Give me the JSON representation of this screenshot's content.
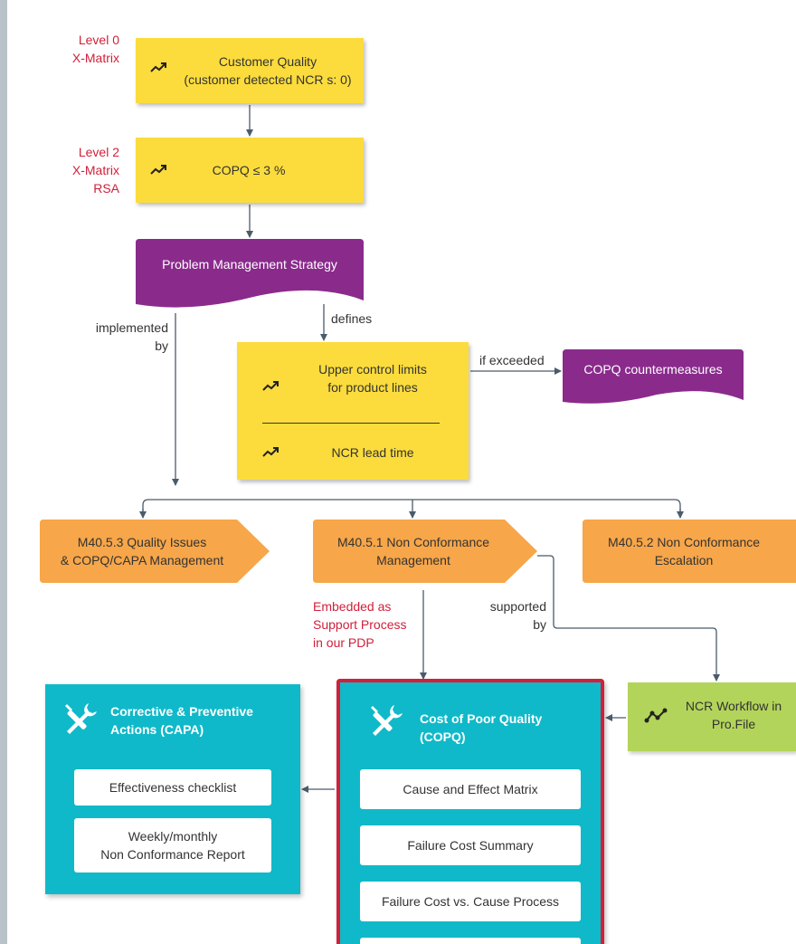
{
  "levels": {
    "level0": [
      "Level 0",
      "X-Matrix"
    ],
    "level2": [
      "Level 2",
      "X-Matrix",
      "RSA"
    ]
  },
  "nodes": {
    "customer_quality": [
      "Customer Quality",
      "(customer detected NCR s: 0)"
    ],
    "copq_target": "COPQ ≤ 3 %",
    "problem_mgmt": "Problem Management Strategy",
    "ucl": [
      "Upper control limits",
      "for product lines"
    ],
    "ncr_lead_time": "NCR lead time",
    "countermeasures": "COPQ countermeasures",
    "m4053": [
      "M40.5.3 Quality Issues",
      "& COPQ/CAPA Management"
    ],
    "m4051": [
      "M40.5.1 Non Conformance",
      "Management"
    ],
    "m4052": [
      "M40.5.2 Non Conformance",
      "Escalation"
    ],
    "ncr_workflow": [
      "NCR Workflow in",
      "Pro.File"
    ]
  },
  "edge_labels": {
    "implemented_by": [
      "implemented",
      "by"
    ],
    "defines": "defines",
    "if_exceeded": "if exceeded",
    "embedded": [
      "Embedded as",
      "Support Process",
      "in our PDP"
    ],
    "supported_by": [
      "supported",
      "by"
    ]
  },
  "capa": {
    "title": [
      "Corrective & Preventive",
      "Actions (CAPA)"
    ],
    "items": [
      "Effectiveness checklist",
      [
        "Weekly/monthly",
        "Non Conformance Report"
      ]
    ]
  },
  "copq": {
    "title": [
      "Cost of Poor Quality",
      "(COPQ)"
    ],
    "items": [
      "Cause and Effect Matrix",
      "Failure Cost Summary",
      "Failure Cost vs. Cause Process"
    ]
  },
  "colors": {
    "yellow": "#fbdc3c",
    "purple": "#8a2b8c",
    "orange": "#f7a649",
    "teal": "#10b9c9",
    "green": "#b3d45a",
    "highlight": "#d0203a",
    "connector": "#4a5b6a"
  }
}
